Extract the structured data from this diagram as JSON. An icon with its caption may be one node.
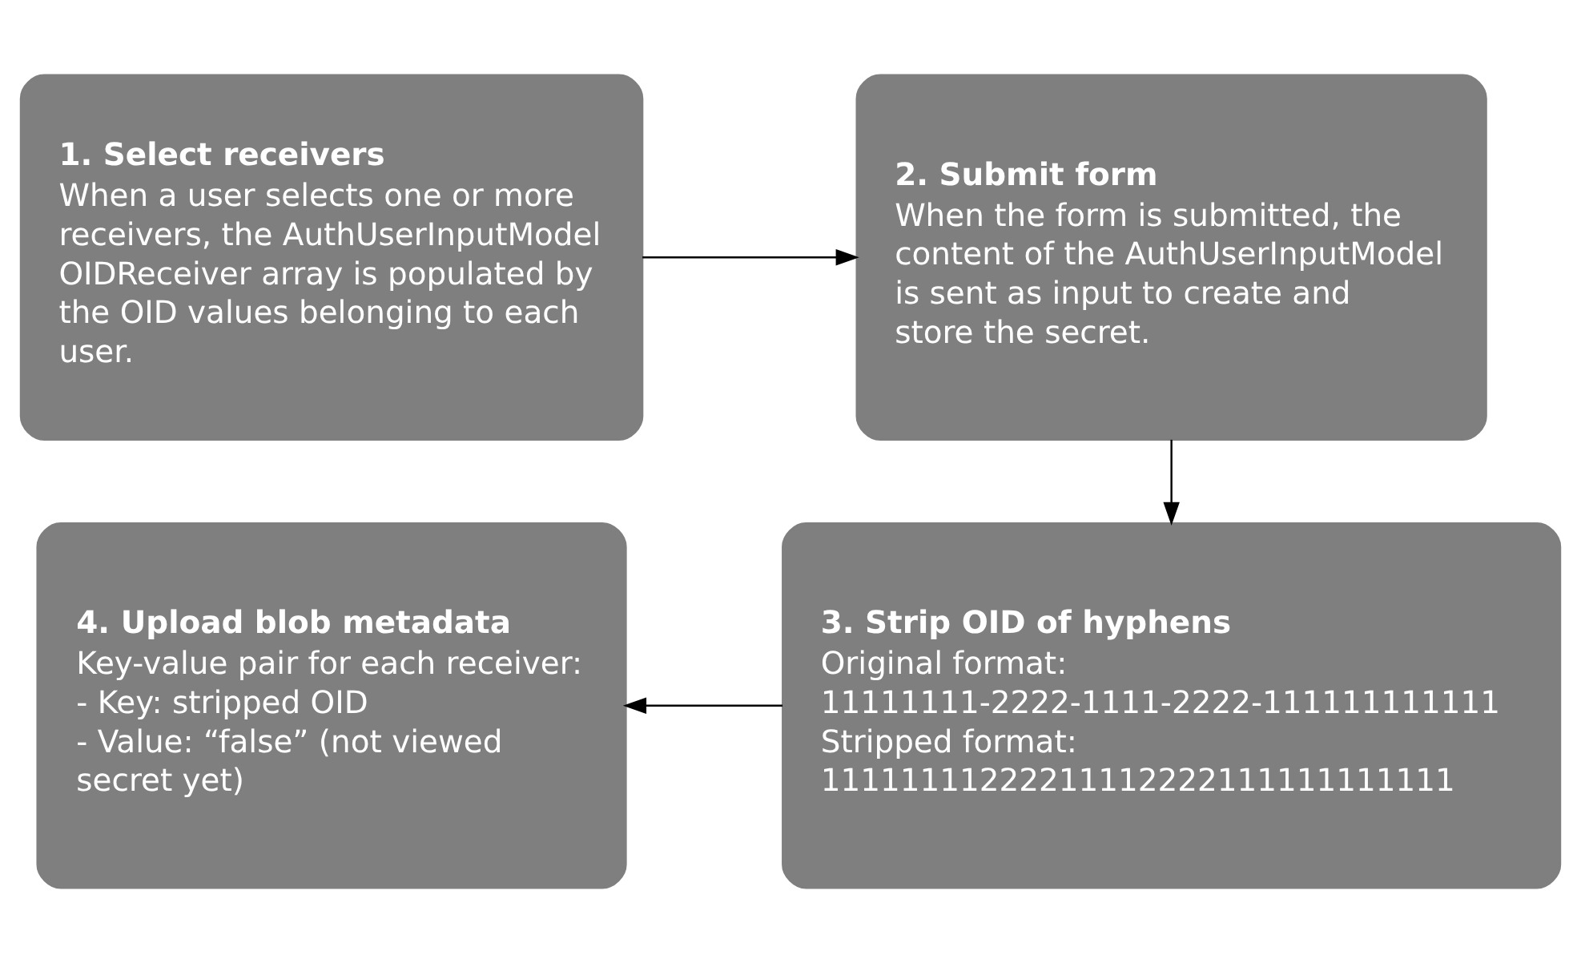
{
  "diagram": {
    "nodes": [
      {
        "text": [
          "1. Select receivers",
          "When a user selects one or more receivers, the AuthUserInputModel OIDReceiver array is populated by the OID values belonging to each user."
        ]
      },
      {
        "text": [
          "2. Submit form",
          "When the form is submitted, the content of the AuthUserInputModel is sent as input to create and store the secret."
        ]
      },
      {
        "text": [
          "3. Strip OID of hyphens",
          "Original format:",
          "11111111-2222-1111-2222-111111111111",
          "Stripped format:",
          "11111111222211112222111111111111"
        ]
      },
      {
        "text": [
          "4. Upload blob metadata",
          "Key-value pair for each receiver:",
          "- Key: stripped OID",
          "- Value: “false” (not viewed secret yet)"
        ]
      }
    ],
    "edges": [
      {
        "from": 0,
        "to": 1,
        "arrow": "to"
      },
      {
        "from": 1,
        "to": 2,
        "arrow": "to"
      },
      {
        "from": 2,
        "to": 3,
        "arrow": "to"
      }
    ]
  }
}
